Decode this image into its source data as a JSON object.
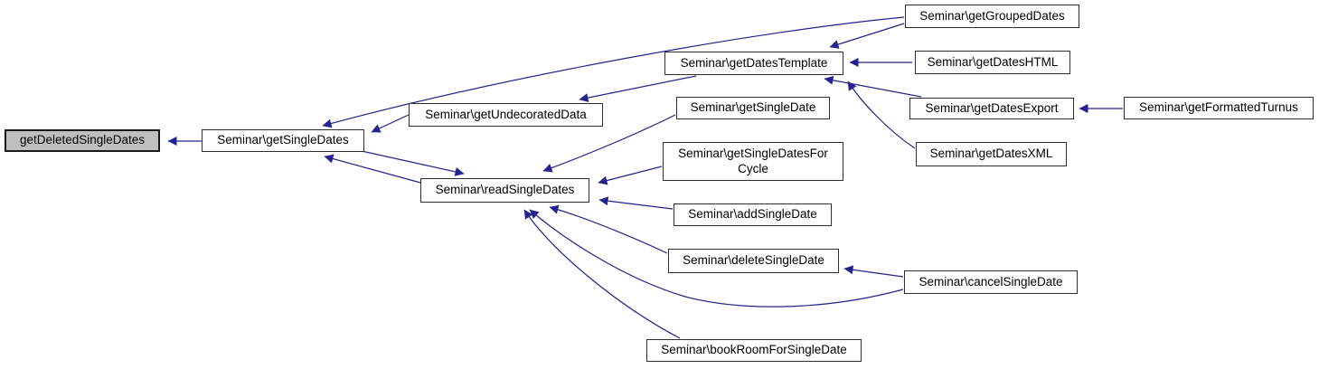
{
  "diagram": {
    "type": "caller-graph",
    "background_color": "#ffffff",
    "edge_color": "#23238e",
    "node_fill": "#ffffff",
    "node_border_color": "#2e2e2e",
    "highlight_fill": "#bfbfbf",
    "nodes": [
      {
        "id": "getDeletedSingleDates",
        "label": "getDeletedSingleDates",
        "highlighted": true
      },
      {
        "id": "seminar-getSingleDates",
        "label": "Seminar\\getSingleDates",
        "highlighted": false
      },
      {
        "id": "seminar-getUndecoratedData",
        "label": "Seminar\\getUndecoratedData",
        "highlighted": false
      },
      {
        "id": "seminar-readSingleDates",
        "label": "Seminar\\readSingleDates",
        "highlighted": false
      },
      {
        "id": "seminar-getDatesTemplate",
        "label": "Seminar\\getDatesTemplate",
        "highlighted": false
      },
      {
        "id": "seminar-getSingleDate",
        "label": "Seminar\\getSingleDate",
        "highlighted": false
      },
      {
        "id": "seminar-getSingleDatesForCycle",
        "label": "Seminar\\getSingleDatesFor Cycle",
        "highlighted": false
      },
      {
        "id": "seminar-addSingleDate",
        "label": "Seminar\\addSingleDate",
        "highlighted": false
      },
      {
        "id": "seminar-deleteSingleDate",
        "label": "Seminar\\deleteSingleDate",
        "highlighted": false
      },
      {
        "id": "seminar-bookRoomForSingleDate",
        "label": "Seminar\\bookRoomForSingleDate",
        "highlighted": false
      },
      {
        "id": "seminar-getGroupedDates",
        "label": "Seminar\\getGroupedDates",
        "highlighted": false
      },
      {
        "id": "seminar-getDatesHTML",
        "label": "Seminar\\getDatesHTML",
        "highlighted": false
      },
      {
        "id": "seminar-getDatesExport",
        "label": "Seminar\\getDatesExport",
        "highlighted": false
      },
      {
        "id": "seminar-getDatesXML",
        "label": "Seminar\\getDatesXML",
        "highlighted": false
      },
      {
        "id": "seminar-cancelSingleDate",
        "label": "Seminar\\cancelSingleDate",
        "highlighted": false
      },
      {
        "id": "seminar-getFormattedTurnus",
        "label": "Seminar\\getFormattedTurnus",
        "highlighted": false
      }
    ],
    "edges": [
      {
        "from": "Seminar\\getSingleDates",
        "to": "getDeletedSingleDates"
      },
      {
        "from": "Seminar\\getUndecoratedData",
        "to": "Seminar\\getSingleDates"
      },
      {
        "from": "Seminar\\getGroupedDates",
        "to": "Seminar\\getSingleDates"
      },
      {
        "from": "Seminar\\readSingleDates",
        "to": "Seminar\\getSingleDates"
      },
      {
        "from": "Seminar\\getSingleDates",
        "to": "Seminar\\readSingleDates"
      },
      {
        "from": "Seminar\\getDatesTemplate",
        "to": "Seminar\\getUndecoratedData"
      },
      {
        "from": "Seminar\\getSingleDate",
        "to": "Seminar\\readSingleDates"
      },
      {
        "from": "Seminar\\getSingleDatesForCycle",
        "to": "Seminar\\readSingleDates"
      },
      {
        "from": "Seminar\\addSingleDate",
        "to": "Seminar\\readSingleDates"
      },
      {
        "from": "Seminar\\deleteSingleDate",
        "to": "Seminar\\readSingleDates"
      },
      {
        "from": "Seminar\\cancelSingleDate",
        "to": "Seminar\\readSingleDates"
      },
      {
        "from": "Seminar\\bookRoomForSingleDate",
        "to": "Seminar\\readSingleDates"
      },
      {
        "from": "Seminar\\cancelSingleDate",
        "to": "Seminar\\deleteSingleDate"
      },
      {
        "from": "Seminar\\getGroupedDates",
        "to": "Seminar\\getDatesTemplate"
      },
      {
        "from": "Seminar\\getDatesHTML",
        "to": "Seminar\\getDatesTemplate"
      },
      {
        "from": "Seminar\\getDatesExport",
        "to": "Seminar\\getDatesTemplate"
      },
      {
        "from": "Seminar\\getDatesXML",
        "to": "Seminar\\getDatesTemplate"
      },
      {
        "from": "Seminar\\getFormattedTurnus",
        "to": "Seminar\\getDatesExport"
      }
    ]
  }
}
